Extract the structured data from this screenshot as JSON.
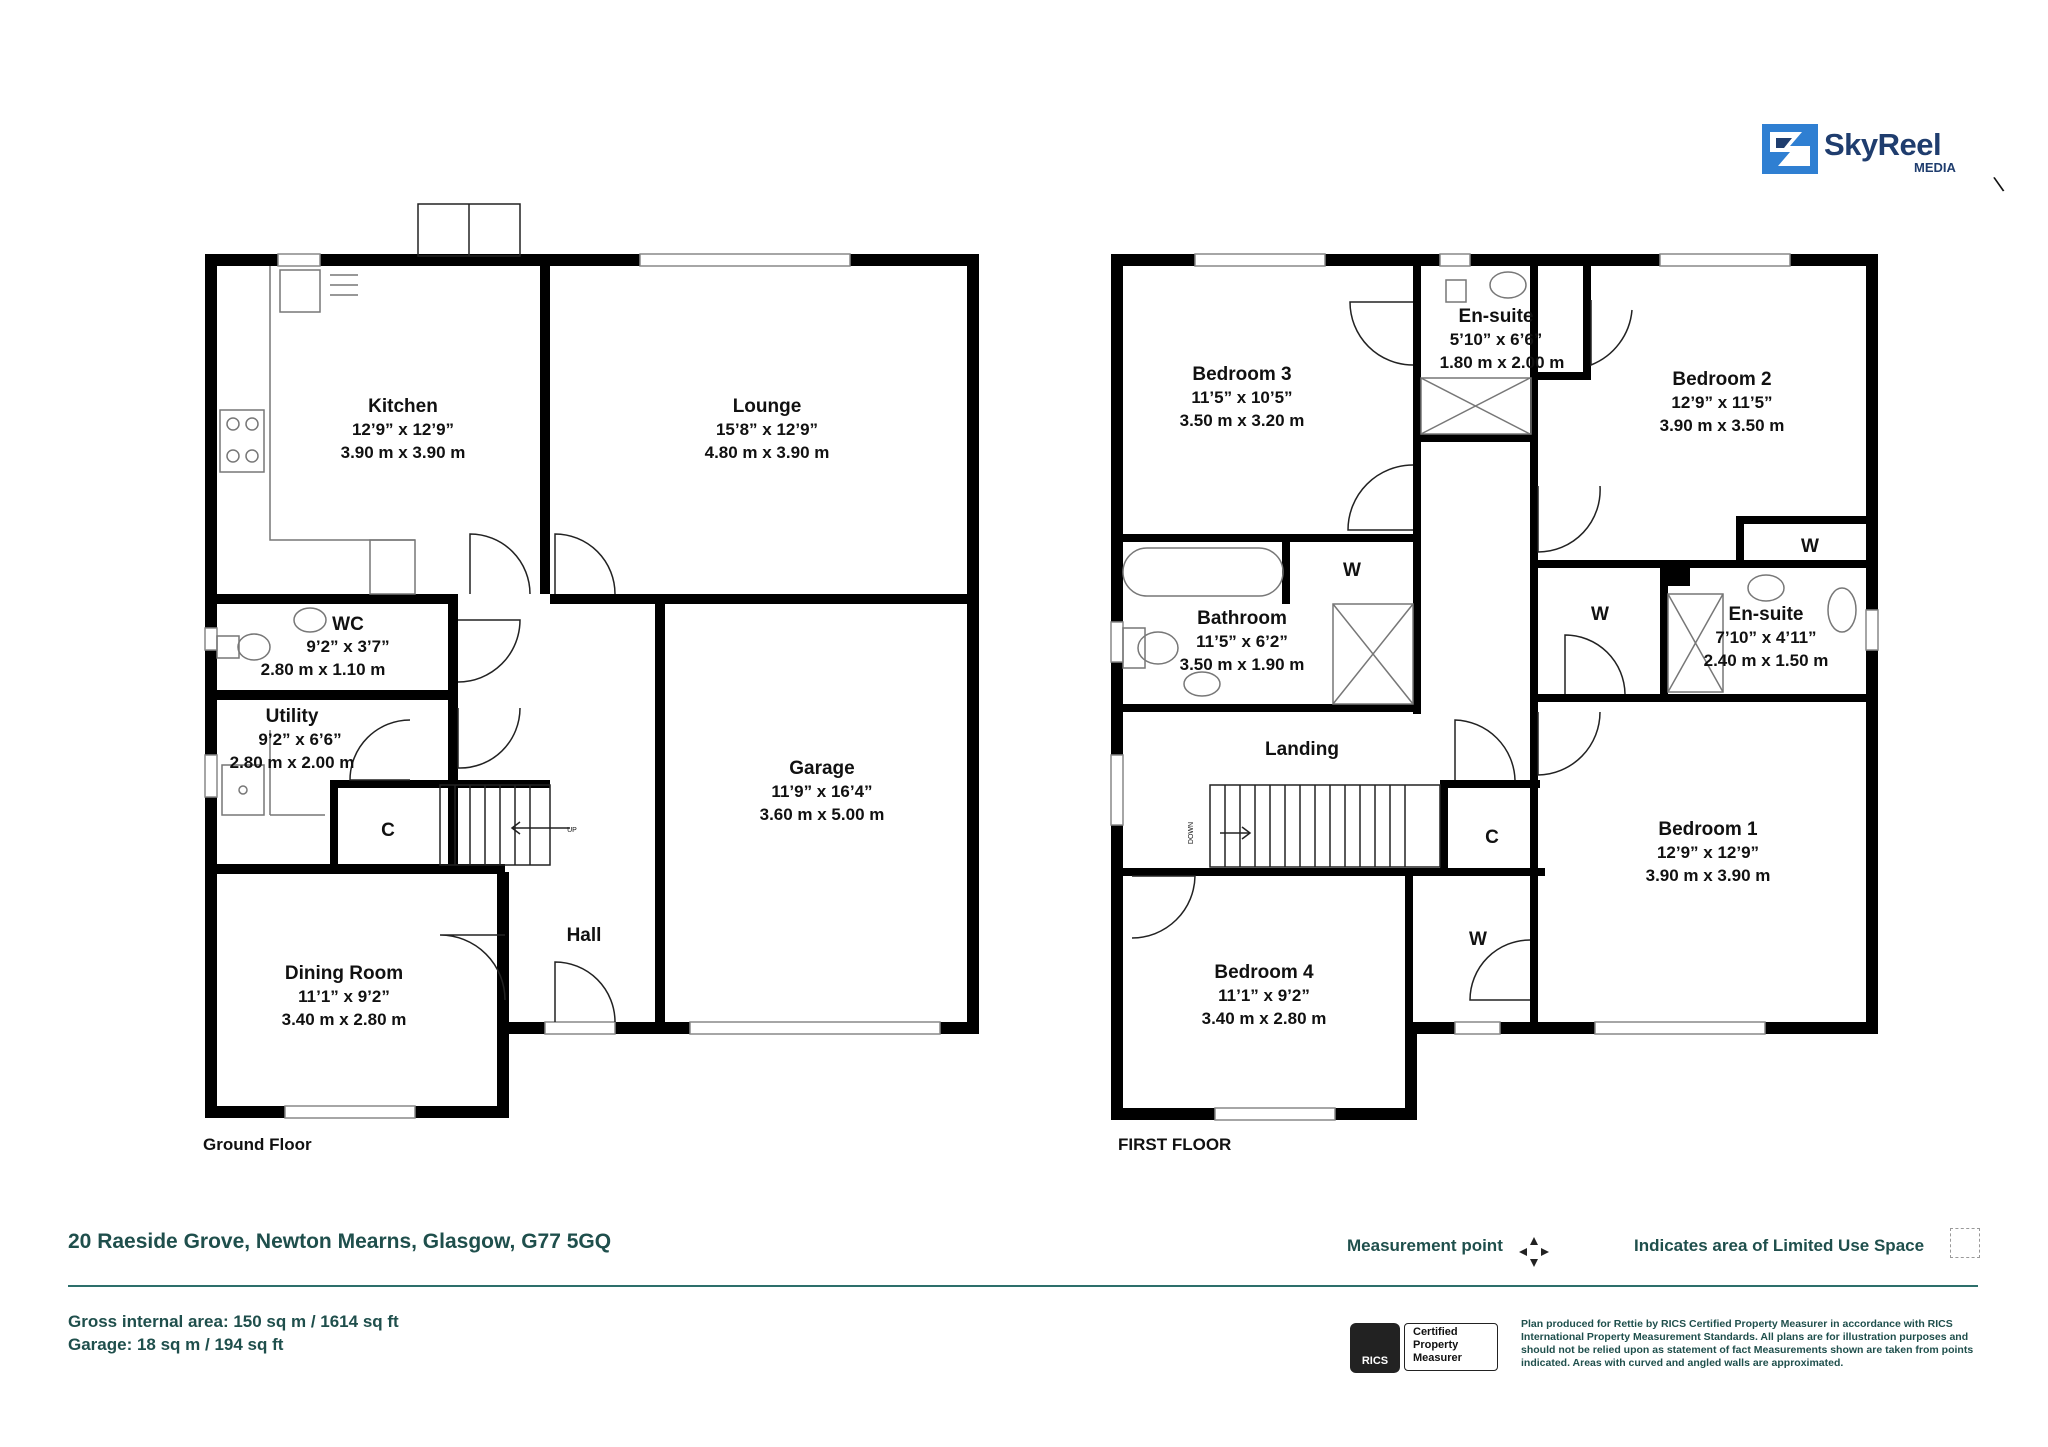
{
  "brand": {
    "name": "SkyReel",
    "sub": "MEDIA",
    "logo_icon": "skyreel-logo-icon"
  },
  "floors": {
    "ground": {
      "label": "Ground Floor",
      "rooms": {
        "kitchen": {
          "name": "Kitchen",
          "imperial": "12’9” x 12’9”",
          "metric": "3.90 m x 3.90 m"
        },
        "lounge": {
          "name": "Lounge",
          "imperial": "15’8” x 12’9”",
          "metric": "4.80 m x 3.90 m"
        },
        "wc": {
          "name": "WC",
          "imperial": "9’2” x 3’7”",
          "metric": "2.80 m x 1.10 m"
        },
        "utility": {
          "name": "Utility",
          "imperial": "9’2” x 6’6”",
          "metric": "2.80 m x 2.00 m"
        },
        "garage": {
          "name": "Garage",
          "imperial": "11’9” x 16’4”",
          "metric": "3.60 m x 5.00 m"
        },
        "dining": {
          "name": "Dining Room",
          "imperial": "11’1” x 9’2”",
          "metric": "3.40 m x 2.80 m"
        },
        "hall": {
          "name": "Hall"
        },
        "cupboard": {
          "name": "C"
        },
        "stairs_label": "UP"
      }
    },
    "first": {
      "label": "FIRST FLOOR",
      "rooms": {
        "bedroom3": {
          "name": "Bedroom 3",
          "imperial": "11’5” x 10’5”",
          "metric": "3.50 m x 3.20 m"
        },
        "ensuite_top": {
          "name": "En-suite",
          "imperial": "5’10” x 6’6”",
          "metric": "1.80 m x 2.00 m"
        },
        "bedroom2": {
          "name": "Bedroom 2",
          "imperial": "12’9” x 11’5”",
          "metric": "3.90 m x 3.50 m"
        },
        "bathroom": {
          "name": "Bathroom",
          "imperial": "11’5” x 6’2”",
          "metric": "3.50 m x 1.90 m"
        },
        "ensuite_right": {
          "name": "En-suite",
          "imperial": "7’10” x 4’11”",
          "metric": "2.40 m x 1.50 m"
        },
        "landing": {
          "name": "Landing"
        },
        "bedroom1": {
          "name": "Bedroom 1",
          "imperial": "12’9” x 12’9”",
          "metric": "3.90 m x 3.90 m"
        },
        "bedroom4": {
          "name": "Bedroom 4",
          "imperial": "11’1” x 9’2”",
          "metric": "3.40 m x 2.80 m"
        },
        "w_bath": {
          "name": "W"
        },
        "w_bed2": {
          "name": "W"
        },
        "w_mid": {
          "name": "W"
        },
        "w_low": {
          "name": "W"
        },
        "c_landing": {
          "name": "C"
        },
        "stairs_label": "DOWN"
      }
    }
  },
  "footer": {
    "address": "20 Raeside Grove, Newton Mearns, Glasgow, G77 5GQ",
    "gross_area": "Gross internal area: 150 sq m / 1614 sq ft",
    "garage_area": "Garage: 18 sq m / 194 sq ft",
    "measurement_point": "Measurement point",
    "limited_use": "Indicates area of  Limited Use Space",
    "rics_badge": "RICS",
    "rics_line1": "Certified",
    "rics_line2": "Property",
    "rics_line3": "Measurer",
    "disclaimer": "Plan produced for Rettie by RICS Certified Property Measurer in accordance with RICS International Property  Measurement Standards.  All plans are for illustration purposes and should not be relied upon as statement of fact Measurements shown are taken from points indicated. Areas with curved and angled walls are approximated."
  }
}
